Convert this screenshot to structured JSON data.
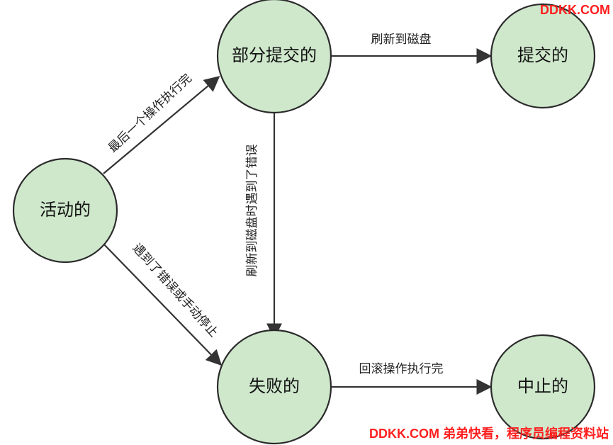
{
  "nodes": {
    "active": "活动的",
    "partially_committed": "部分提交的",
    "committed": "提交的",
    "failed": "失败的",
    "aborted": "中止的"
  },
  "edges": {
    "active_to_partial": "最后一个操作执行完",
    "active_to_failed": "遇到了错误或手动停止",
    "partial_to_committed": "刷新到磁盘",
    "partial_to_failed": "刷新到磁盘时遇到了错误",
    "failed_to_aborted": "回滚操作执行完"
  },
  "watermarks": {
    "top": "DDKK.COM",
    "bottom": "DDKK.COM 弟弟快看，程序员编程资料站"
  },
  "colors": {
    "node_fill": "#cfe8cc",
    "node_stroke": "#2b2b2b",
    "edge": "#333333",
    "watermark": "#ff1f1f"
  }
}
